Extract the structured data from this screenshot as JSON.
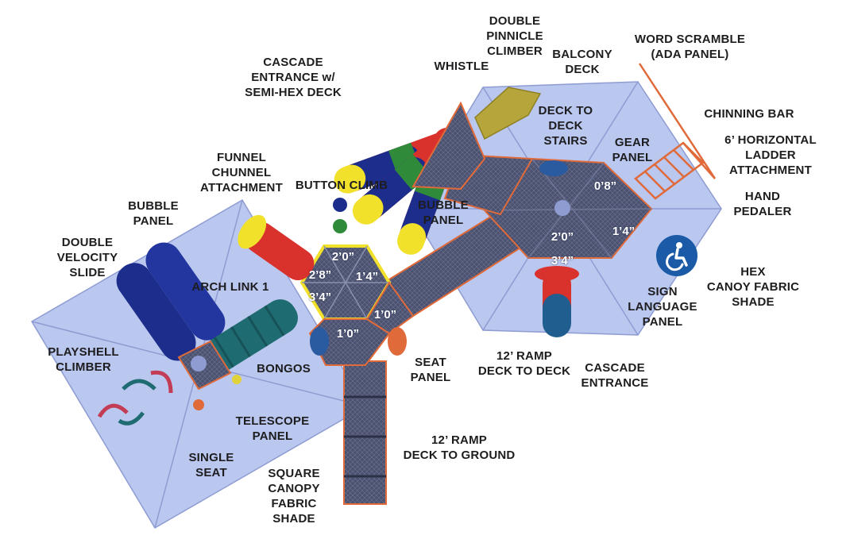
{
  "labels": {
    "double_pinnicle_climber": "DOUBLE\nPINNICLE\nCLIMBER",
    "word_scramble": "WORD SCRAMBLE\n(ADA PANEL)",
    "whistle": "WHISTLE",
    "balcony_deck": "BALCONY\nDECK",
    "cascade_entrance_semi_hex": "CASCADE\nENTRANCE w/\nSEMI-HEX DECK",
    "chinning_bar": "CHINNING BAR",
    "deck_to_deck_stairs": "DECK TO\nDECK\nSTAIRS",
    "horizontal_ladder": "6’ HORIZONTAL\nLADDER\nATTACHMENT",
    "gear_panel": "GEAR\nPANEL",
    "funnel_chunnel": "FUNNEL\nCHUNNEL\nATTACHMENT",
    "button_climb": "BUTTON CLIMB",
    "hand_pedaler": "HAND\nPEDALER",
    "bubble_panel_left": "BUBBLE\nPANEL",
    "bubble_panel_right": "BUBBLE\nPANEL",
    "double_velocity_slide": "DOUBLE\nVELOCITY\nSLIDE",
    "arch_link": "ARCH LINK 1",
    "sign_language_panel": "SIGN\nLANGUAGE\nPANEL",
    "hex_canopy": "HEX\nCANOY FABRIC\nSHADE",
    "playshell_climber": "PLAYSHELL\nCLIMBER",
    "bongos": "BONGOS",
    "seat_panel": "SEAT\nPANEL",
    "ramp_deck_to_deck": "12’ RAMP\nDECK TO DECK",
    "cascade_entrance": "CASCADE\nENTRANCE",
    "telescope_panel": "TELESCOPE\nPANEL",
    "ramp_deck_to_ground": "12’ RAMP\nDECK TO GROUND",
    "single_seat": "SINGLE\nSEAT",
    "square_canopy": "SQUARE\nCANOPY\nFABRIC\nSHADE"
  },
  "deck_heights": {
    "left_top": "2’0”",
    "left_upper_left": "2’8”",
    "left_upper_right": "1’4”",
    "left_lower_left": "3’4”",
    "left_center": "1’0”",
    "left_bottom": "1’0”",
    "right_08": "0’8”",
    "right_14": "1’4”",
    "right_20": "2’0”",
    "right_34": "3’4”"
  },
  "icons": {
    "accessibility": "wheelchair-accessibility-icon"
  },
  "colors": {
    "canopy": "#b9c6ee",
    "deck": "#49506f",
    "ramp": "#5a6079",
    "edge": "#e06a3a",
    "slide_blue": "#1d2d8c",
    "tube_teal": "#1f6b72",
    "red": "#d9312b",
    "yellow": "#f1e12b",
    "green": "#2f8a3a",
    "ada_blue": "#1a5aa6"
  }
}
